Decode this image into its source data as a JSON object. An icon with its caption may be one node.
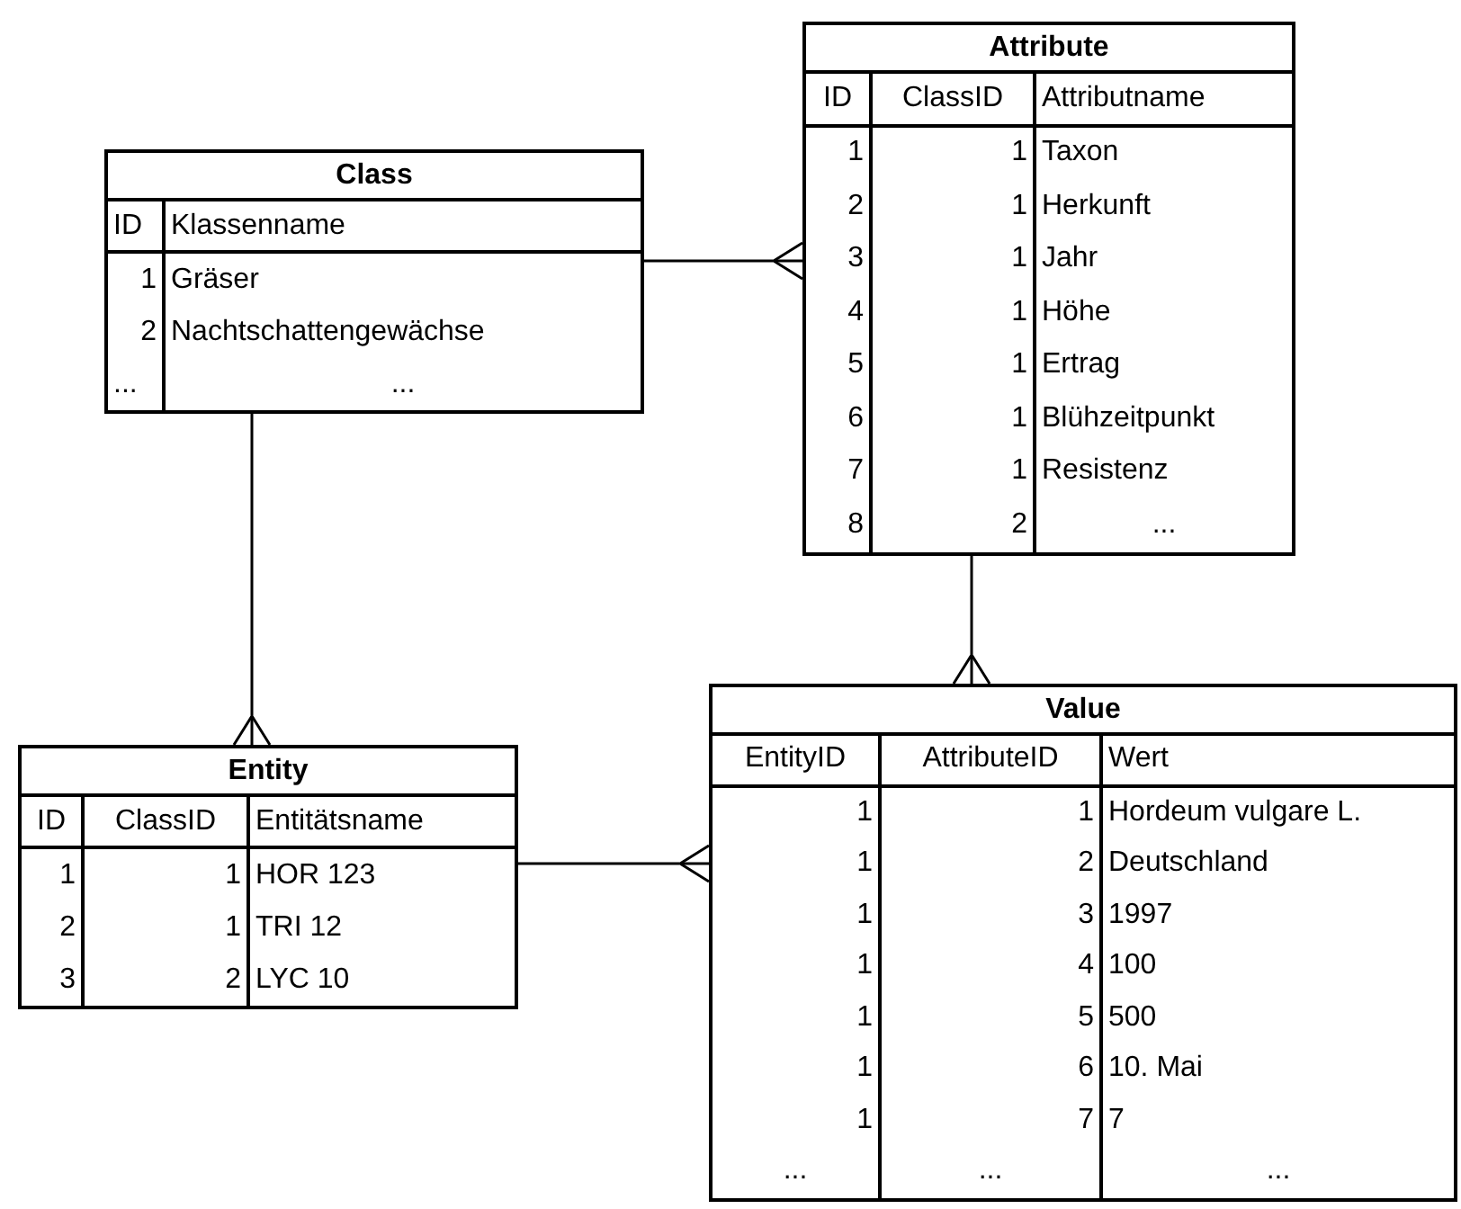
{
  "diagram": {
    "nodes": [
      {
        "text": [
          "Class",
          "ID",
          "Klassenname",
          "1",
          "Gräser",
          "2",
          "Nachtschattengewächse",
          "...",
          "..."
        ]
      },
      {
        "text": [
          "Attribute",
          "ID",
          "ClassID",
          "Attributname",
          "1",
          "1",
          "Taxon",
          "2",
          "1",
          "Herkunft",
          "3",
          "1",
          "Jahr",
          "4",
          "1",
          "Höhe",
          "5",
          "1",
          "Ertrag",
          "6",
          "1",
          "Blühzeitpunkt",
          "7",
          "1",
          "Resistenz",
          "8",
          "2",
          "..."
        ]
      },
      {
        "text": [
          "Entity",
          "ID",
          "ClassID",
          "Entitätsname",
          "1",
          "1",
          "HOR 123",
          "2",
          "1",
          "TRI 12",
          "3",
          "2",
          "LYC 10"
        ]
      },
      {
        "text": [
          "Value",
          "EntityID",
          "AttributeID",
          "Wert",
          "1",
          "1",
          "Hordeum vulgare L.",
          "1",
          "2",
          "Deutschland",
          "1",
          "3",
          "1997",
          "1",
          "4",
          "100",
          "1",
          "5",
          "500",
          "1",
          "6",
          "10. Mai",
          "1",
          "7",
          "7",
          "...",
          "...",
          "..."
        ]
      }
    ],
    "edges": [
      {
        "from": 0,
        "to": 1,
        "arrow": "other"
      },
      {
        "from": 0,
        "to": 2,
        "arrow": "other"
      },
      {
        "from": 1,
        "to": 3,
        "arrow": "other"
      },
      {
        "from": 2,
        "to": 3,
        "arrow": "other"
      }
    ]
  }
}
